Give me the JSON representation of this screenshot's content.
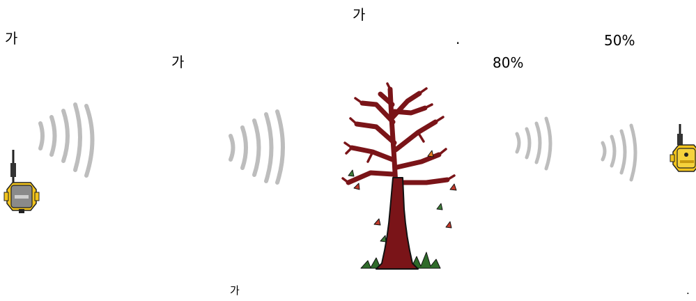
{
  "labels": {
    "top_center": "가",
    "top_left": "가",
    "mid_left": "가",
    "dot_top": ".",
    "pct_right": "50%",
    "pct_mid": "80%",
    "bottom_center": "가",
    "dot_bottom": "."
  },
  "colors": {
    "wave": "#bdbdbd",
    "trunk": "#7a1418",
    "outline": "#111111",
    "radio_left": "#8a8a8a",
    "radio_right": "#f2c41c",
    "leaf_red": "#c0392b",
    "leaf_orange": "#e67e22",
    "leaf_green": "#3e7d3a",
    "grass": "#2f6b2a"
  },
  "icons": [
    "radio-node-gray-icon",
    "signal-waves-icon",
    "bare-tree-icon",
    "radio-node-yellow-icon"
  ]
}
